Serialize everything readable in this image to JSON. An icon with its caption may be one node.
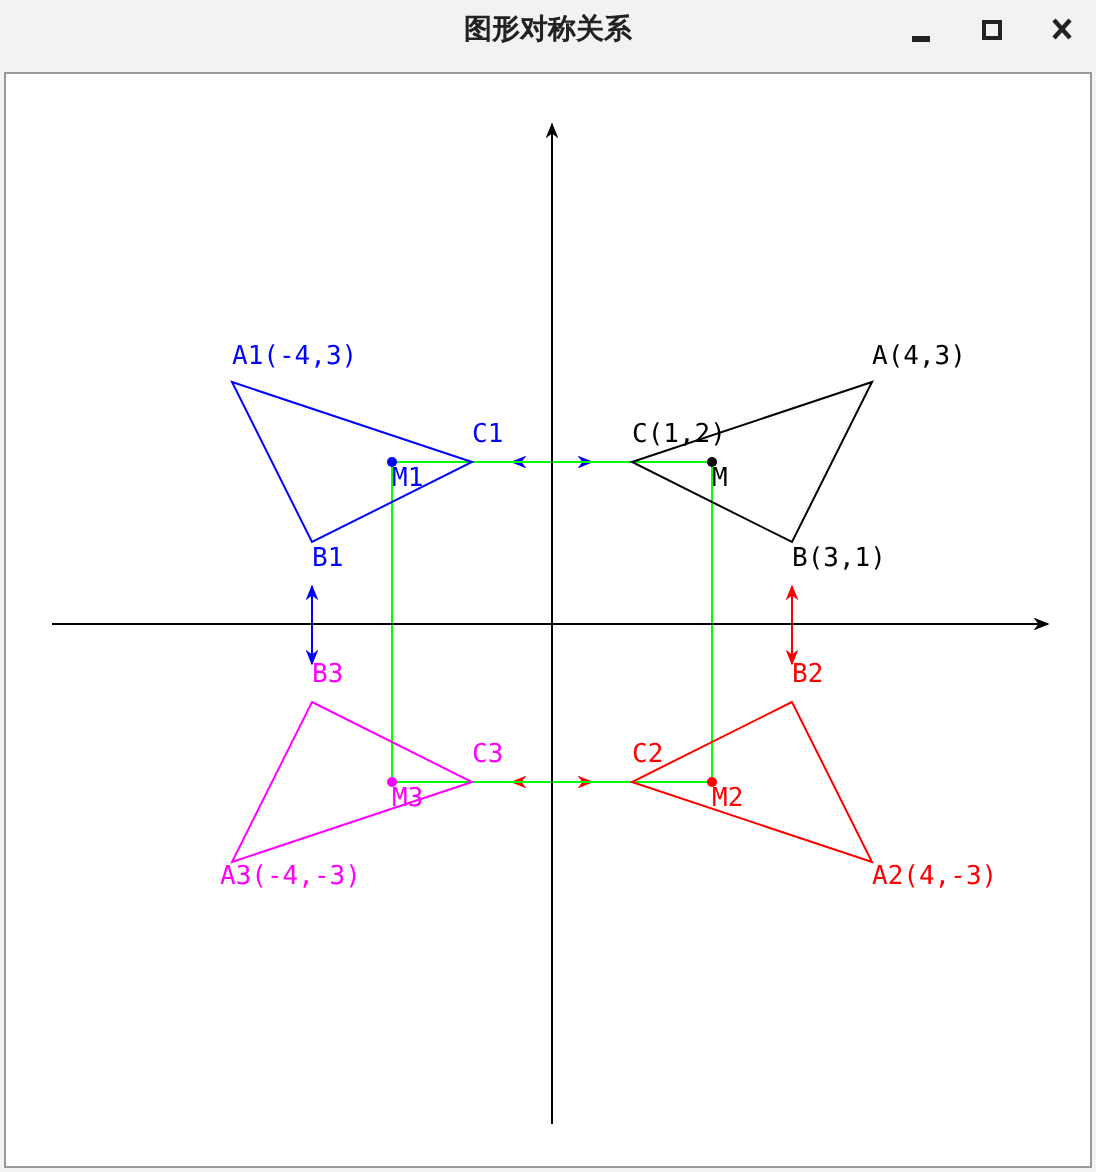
{
  "diagram": {
    "title": "图形对称关系",
    "nodes": [
      {
        "text": [
          "A(4,3)",
          "C(1,2)",
          "M",
          "B(3,1)"
        ]
      },
      {
        "text": [
          "A1(-4,3)",
          "C1",
          "M1",
          "B1"
        ]
      },
      {
        "text": [
          "B3",
          "C3",
          "M3",
          "A3(-4,-3)"
        ]
      },
      {
        "text": [
          "B2",
          "C2",
          "M2",
          "A2(4,-3)"
        ]
      }
    ],
    "edges": [
      {
        "from": 1,
        "to": 0,
        "arrow": "both",
        "color": "#0000ff"
      },
      {
        "from": 0,
        "to": 3,
        "arrow": "both",
        "color": "#ff0000"
      },
      {
        "from": 1,
        "to": 2,
        "arrow": "both",
        "color": "#0000ff"
      },
      {
        "from": 2,
        "to": 3,
        "arrow": "both",
        "color": "#ff0000"
      },
      {
        "from": 1,
        "to": 0,
        "arrow": "none",
        "color": "#00ff00"
      },
      {
        "from": 1,
        "to": 2,
        "arrow": "none",
        "color": "#00ff00"
      },
      {
        "from": 0,
        "to": 3,
        "arrow": "none",
        "color": "#00ff00"
      },
      {
        "from": 2,
        "to": 3,
        "arrow": "none",
        "color": "#00ff00"
      }
    ]
  }
}
